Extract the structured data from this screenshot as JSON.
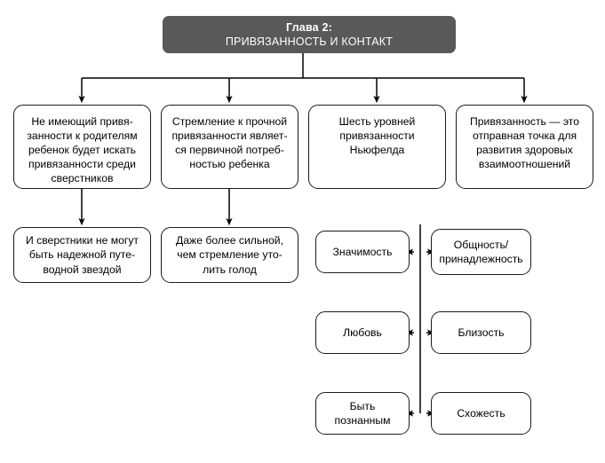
{
  "diagram": {
    "type": "flowchart",
    "chapter": {
      "title": "Глава 2:",
      "subtitle": "ПРИВЯЗАННОСТЬ И КОНТАКТ",
      "fill_color": "#595959",
      "text_color": "#ffffff"
    },
    "level1": [
      {
        "id": "n1",
        "text": "Не имеющий привя-\nзанности к родителям\nребенок будет искать\nпривязанности среди\nсверстников"
      },
      {
        "id": "n2",
        "text": "Стремление к прочной\nпривязанности являет-\nся первичной потреб-\nностью ребенка"
      },
      {
        "id": "n3",
        "text": "Шесть уровней\nпривязанности\nНьюфелда"
      },
      {
        "id": "n4",
        "text": "Привязанность — это\nотправная точка для\nразвития здоровых\nвзаимоотношений"
      }
    ],
    "level2": [
      {
        "id": "n5",
        "text": "И сверстники не могут\nбыть надежной путе-\nводной звездой"
      },
      {
        "id": "n6",
        "text": "Даже более сильной,\nчем стремление уто-\nлить голод"
      }
    ],
    "pairs": [
      {
        "left": "Значимость",
        "right": "Общность/\nпринадлежность"
      },
      {
        "left": "Любовь",
        "right": "Близость"
      },
      {
        "left": "Быть\nпознанным",
        "right": "Схожесть"
      }
    ],
    "colors": {
      "line": "#000000",
      "box_border": "#1a1a1a",
      "box_fill": "#ffffff",
      "background": "#ffffff"
    }
  }
}
